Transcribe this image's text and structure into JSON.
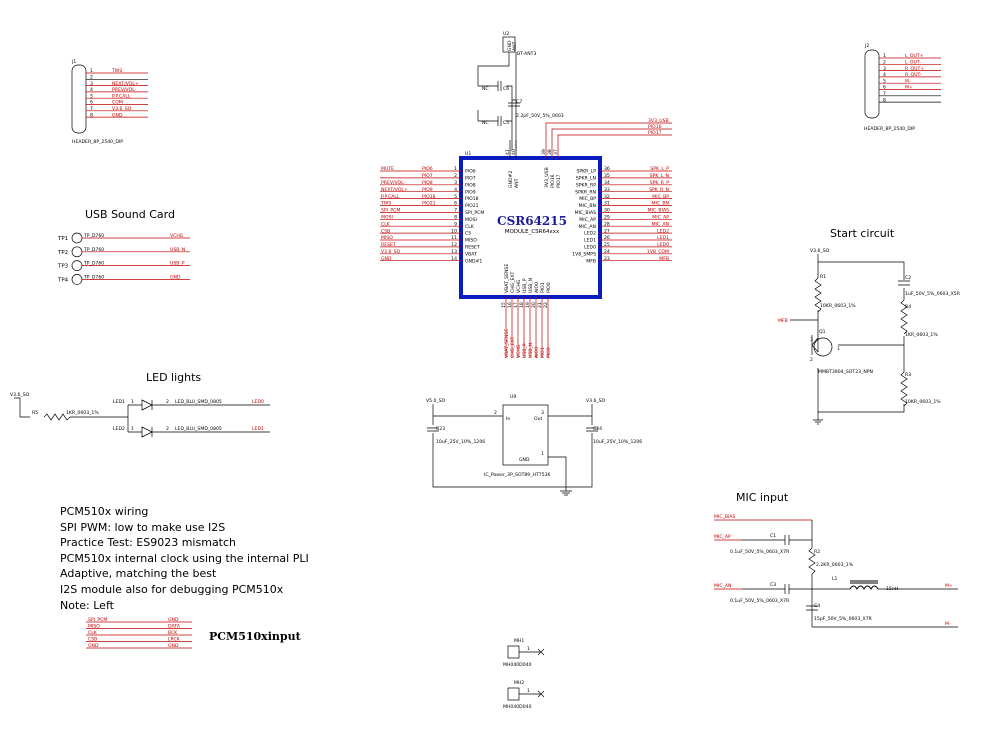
{
  "chip": {
    "ref": "U1",
    "name": "CSR64215",
    "module": "MODULE_CSR64xxx",
    "left_pins": [
      {
        "num": "1",
        "name": "PIO6"
      },
      {
        "num": "2",
        "name": "PIO7"
      },
      {
        "num": "3",
        "name": "PIO8"
      },
      {
        "num": "4",
        "name": "PIO9"
      },
      {
        "num": "5",
        "name": "PIO18"
      },
      {
        "num": "6",
        "name": "PIO21"
      },
      {
        "num": "7",
        "name": "SPI_PCM"
      },
      {
        "num": "8",
        "name": "MOSI"
      },
      {
        "num": "9",
        "name": "CLK"
      },
      {
        "num": "10",
        "name": "CS"
      },
      {
        "num": "11",
        "name": "MISO"
      },
      {
        "num": "12",
        "name": "RESET"
      },
      {
        "num": "13",
        "name": "VBAT"
      },
      {
        "num": "14",
        "name": "GND#1"
      }
    ],
    "left_nets": [
      {
        "net": "MUTE",
        "tag": "PIO6"
      },
      {
        "net": "",
        "tag": "PIO7"
      },
      {
        "net": "PREV/VOL-",
        "tag": "PIO8"
      },
      {
        "net": "NEXT/VOL+",
        "tag": "PIO9"
      },
      {
        "net": "P.P.CALL",
        "tag": "PIO18"
      },
      {
        "net": "TWS",
        "tag": "PIO21"
      },
      {
        "net": "SPI_PCM",
        "tag": ""
      },
      {
        "net": "MOSI",
        "tag": ""
      },
      {
        "net": "CLK",
        "tag": ""
      },
      {
        "net": "CSB",
        "tag": ""
      },
      {
        "net": "MISO",
        "tag": ""
      },
      {
        "net": "RESET",
        "tag": ""
      },
      {
        "net": "V3.6_SO",
        "tag": ""
      },
      {
        "net": "GND",
        "tag": ""
      }
    ],
    "right_pins": [
      {
        "num": "36",
        "name": "SPKR_LP"
      },
      {
        "num": "35",
        "name": "SPKR_LN"
      },
      {
        "num": "34",
        "name": "SPKR_RP"
      },
      {
        "num": "33",
        "name": "SPKR_RN"
      },
      {
        "num": "32",
        "name": "MIC_BP"
      },
      {
        "num": "31",
        "name": "MIC_BN"
      },
      {
        "num": "30",
        "name": "MIC_BIAS"
      },
      {
        "num": "29",
        "name": "MIC_AP"
      },
      {
        "num": "28",
        "name": "MIC_AN"
      },
      {
        "num": "27",
        "name": "LED2"
      },
      {
        "num": "26",
        "name": "LED1"
      },
      {
        "num": "25",
        "name": "LED0"
      },
      {
        "num": "24",
        "name": "1V8_SMPS"
      },
      {
        "num": "23",
        "name": "MFB"
      }
    ],
    "right_nets": [
      "SPK_L_P",
      "SPK_L_N",
      "SPK_R_P",
      "SPK_R_N",
      "MIC_BP",
      "MIC_BN",
      "MIC_BIAS",
      "MIC_AP",
      "MIC_AN",
      "LED2",
      "LED1",
      "LED0",
      "1V8_COM",
      "MFB"
    ],
    "top_pins": [
      "GND#2",
      "ANT",
      "3V3_USB",
      "PIO16",
      "PIO17"
    ],
    "top_nums": [
      "41",
      "40",
      "39",
      "38",
      "37"
    ],
    "top_nets": [
      "3V3_USB",
      "PIO16",
      "PIO17"
    ],
    "bottom_pins": [
      "VBAT_SENSE",
      "CHG_EXT",
      "VCHG",
      "USB_P",
      "USB_N",
      "AIO0",
      "PIO1",
      "PIO0"
    ],
    "bottom_nums": [
      "15",
      "16",
      "17",
      "18",
      "19",
      "20",
      "21",
      "22"
    ],
    "bottom_nets": [
      "VBAT_SENSE",
      "CHG_EXT",
      "VCHG",
      "USB_P",
      "USB_N",
      "AIO0",
      "PIO1",
      "PIO0"
    ]
  },
  "antenna": {
    "ref": "U2",
    "name": "BT-ANT3",
    "pins": [
      "GND",
      "ANT"
    ],
    "c6_label": "NC",
    "c6_ref": "C6",
    "c5_label": "NC",
    "c5_ref": "C5",
    "c7_ref": "C7",
    "c7_value": "2.2pF_50V_5%_0603"
  },
  "header_j1": {
    "ref": "J1",
    "footprint": "HEADER_8P_2540_DIP",
    "pins": [
      "1",
      "2",
      "3",
      "4",
      "5",
      "6",
      "7",
      "8"
    ],
    "nets": [
      "TWS",
      "",
      "NEXT/VOL+",
      "PREV/VOL-",
      "P.P.CALL",
      "COM",
      "V3.6_SO",
      "GND"
    ]
  },
  "header_j2": {
    "ref": "J2",
    "footprint": "HEADER_8P_2540_DIP",
    "pins": [
      "1",
      "2",
      "3",
      "4",
      "5",
      "6",
      "7",
      "8"
    ],
    "nets": [
      "L_OUT+",
      "L_OUT-",
      "R_OUT+",
      "R_OUT-",
      "M-",
      "M+",
      "",
      ""
    ]
  },
  "usb": {
    "title": "USB Sound Card",
    "rows": [
      {
        "tp": "TP1",
        "fp": "TP_D760",
        "net": "VCHG"
      },
      {
        "tp": "TP2",
        "fp": "TP_D760",
        "net": "USB_N"
      },
      {
        "tp": "TP3",
        "fp": "TP_D760",
        "net": "USB_P"
      },
      {
        "tp": "TP4",
        "fp": "TP_D760",
        "net": "GND"
      }
    ]
  },
  "led": {
    "title": "LED lights",
    "supply": "V3.6_SO",
    "r_ref": "R5",
    "r_value": "1KR_0603_1%",
    "leds": [
      {
        "ref": "LED1",
        "pin1": "1",
        "pin2": "2",
        "part": "LED_BLU_SMD_0805",
        "net": "LED0"
      },
      {
        "ref": "LED2",
        "pin1": "1",
        "pin2": "2",
        "part": "LED_BLU_SMD_0805",
        "net": "LED1"
      }
    ]
  },
  "regulator": {
    "ref": "U9",
    "in_net": "V5.0_SO",
    "out_net": "V3.6_SO",
    "pin_in": "2",
    "pin_out": "3",
    "pin_gnd": "1",
    "in_label": "In",
    "out_label": "Out",
    "gnd_label": "GND",
    "part": "IC_Power_3P_SOT89_HT7536",
    "c_in_ref": "C23",
    "c_in_value": "10uF_25V_10%_1206",
    "c_out_ref": "C24",
    "c_out_value": "10uF_25V_10%_1206"
  },
  "start": {
    "title": "Start circuit",
    "supply": "V3.6_SO",
    "r1_ref": "R1",
    "r1_value": "10KR_0603_1%",
    "c2_ref": "C2",
    "c2_value": "1uF_50V_5%_0603_X5R",
    "r4_ref": "R4",
    "r4_value": "1KR_0603_1%",
    "q_ref": "Q1",
    "q_part": "MMBT3904_SOT23_NPN",
    "q_pins": [
      "1",
      "2",
      "3"
    ],
    "r3_ref": "R3",
    "r3_value": "10KR_0603_1%",
    "mfb": "MFB"
  },
  "notes": [
    "PCM510x wiring",
    "SPI PWM: low to make use I2S",
    "Practice Test: ES9023 mismatch",
    "PCM510x internal clock using the internal PLI",
    "Adaptive, matching the best",
    "I2S module also for debugging PCM510x",
    "Note: Left"
  ],
  "pcm": {
    "title": "PCM510xinput",
    "rows": [
      {
        "left": "SPI_PCM",
        "right": "GND"
      },
      {
        "left": "MISO",
        "right": "DATA"
      },
      {
        "left": "CLK",
        "right": "BCK"
      },
      {
        "left": "CSB",
        "right": "LRCK"
      },
      {
        "left": "GND",
        "right": "GND"
      }
    ]
  },
  "mic": {
    "title": "MIC input",
    "bias": "MIC_BIAS",
    "ap": "MIC_AP",
    "an": "MIC_AN",
    "c1_ref": "C1",
    "c1_value": "0.1uF_50V_5%_0603_X7R",
    "r2_ref": "R2",
    "r2_value": "2.2KR_0603_1%",
    "c3_ref": "C3",
    "c3_value": "0.1uF_50V_5%_0603_X7R",
    "l1_ref": "L1",
    "l1_value": "15nH",
    "c4_ref": "C4",
    "c4_value": "15pF_50V_5%_0603_X7R",
    "mplus": "M+",
    "mminus": "M-"
  },
  "mounts": [
    {
      "ref": "MH1",
      "part": "MH040D040",
      "pin": "1"
    },
    {
      "ref": "MH2",
      "part": "MH040D040",
      "pin": "1"
    }
  ]
}
